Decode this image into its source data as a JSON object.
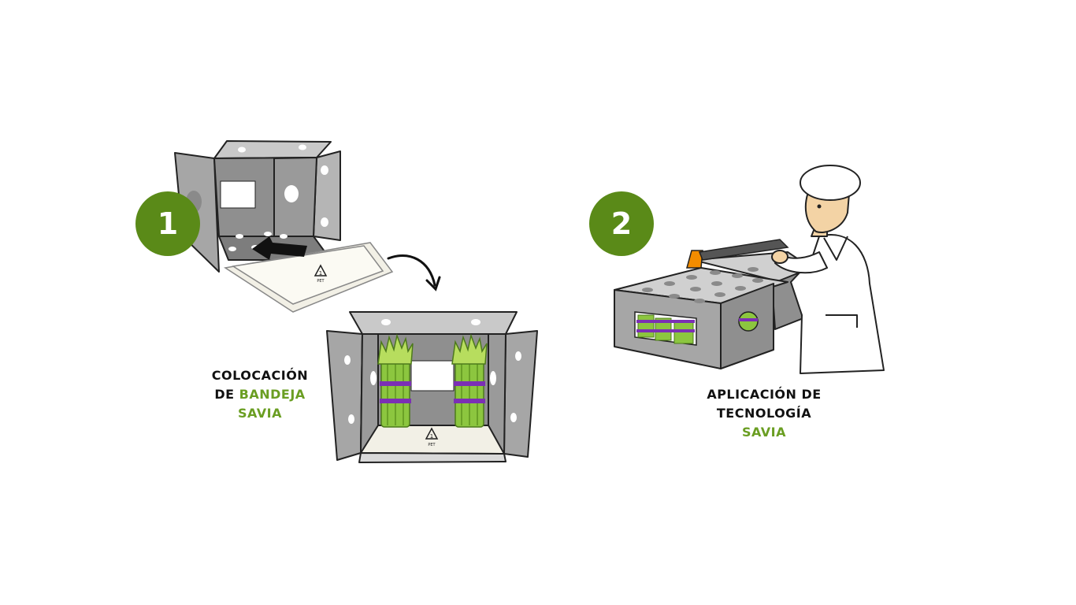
{
  "colors": {
    "badge": "#5a8a18",
    "accent_text": "#6a9e22",
    "box_gray": "#a6a6a6",
    "tray": "#f2f0e6",
    "asparagus": "#8cc63f",
    "band": "#7b2fb5",
    "nozzle": "#f28c00"
  },
  "step1": {
    "number": "1",
    "caption_line1": "COLOCACIÓN",
    "caption_line2_prefix": "DE",
    "caption_line2_accent": "BANDEJA",
    "caption_line3_accent": "SAVIA",
    "recycle_label": "PET",
    "recycle_number": "1"
  },
  "step2": {
    "number": "2",
    "caption_line1": "APLICACIÓN DE",
    "caption_line2": "TECNOLOGÍA",
    "caption_line3_accent": "SAVIA"
  }
}
